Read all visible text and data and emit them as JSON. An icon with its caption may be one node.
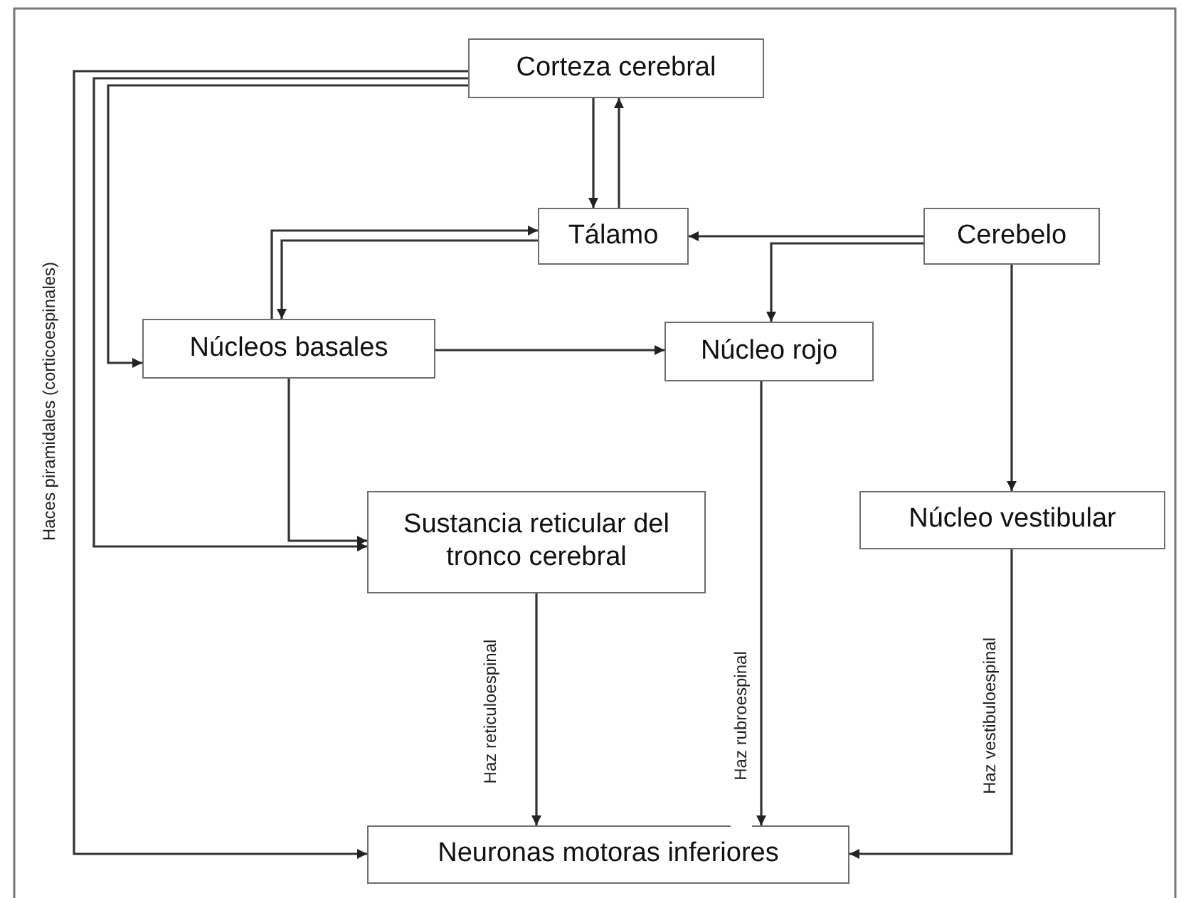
{
  "diagram": {
    "nodes": [
      {
        "text": [
          "Corteza cerebral"
        ]
      },
      {
        "text": [
          "Tálamo"
        ]
      },
      {
        "text": [
          "Cerebelo"
        ]
      },
      {
        "text": [
          "Núcleos basales"
        ]
      },
      {
        "text": [
          "Núcleo rojo"
        ]
      },
      {
        "text": [
          "Sustancia reticular del tronco cerebral"
        ]
      },
      {
        "text": [
          "Núcleo vestibular"
        ]
      },
      {
        "text": [
          "Neuronas motoras inferiores"
        ]
      }
    ],
    "edges": [
      {
        "from": 0,
        "to": 1,
        "arrow": "to"
      },
      {
        "from": 1,
        "to": 0,
        "arrow": "to"
      },
      {
        "from": 0,
        "to": 7,
        "arrow": "to",
        "label": "Haces piramidales (corticoespinales)"
      },
      {
        "from": 0,
        "to": 5,
        "arrow": "to"
      },
      {
        "from": 0,
        "to": 3,
        "arrow": "to"
      },
      {
        "from": 3,
        "to": 1,
        "arrow": "to"
      },
      {
        "from": 1,
        "to": 3,
        "arrow": "to"
      },
      {
        "from": 3,
        "to": 4,
        "arrow": "to"
      },
      {
        "from": 3,
        "to": 5,
        "arrow": "to"
      },
      {
        "from": 2,
        "to": 1,
        "arrow": "to"
      },
      {
        "from": 2,
        "to": 4,
        "arrow": "to"
      },
      {
        "from": 2,
        "to": 6,
        "arrow": "to"
      },
      {
        "from": 5,
        "to": 7,
        "arrow": "to",
        "label": "Haz reticuloespinal"
      },
      {
        "from": 4,
        "to": 7,
        "arrow": "to",
        "label": "Haz rubroespinal"
      },
      {
        "from": 6,
        "to": 7,
        "arrow": "to",
        "label": "Haz vestibuloespinal"
      }
    ]
  }
}
